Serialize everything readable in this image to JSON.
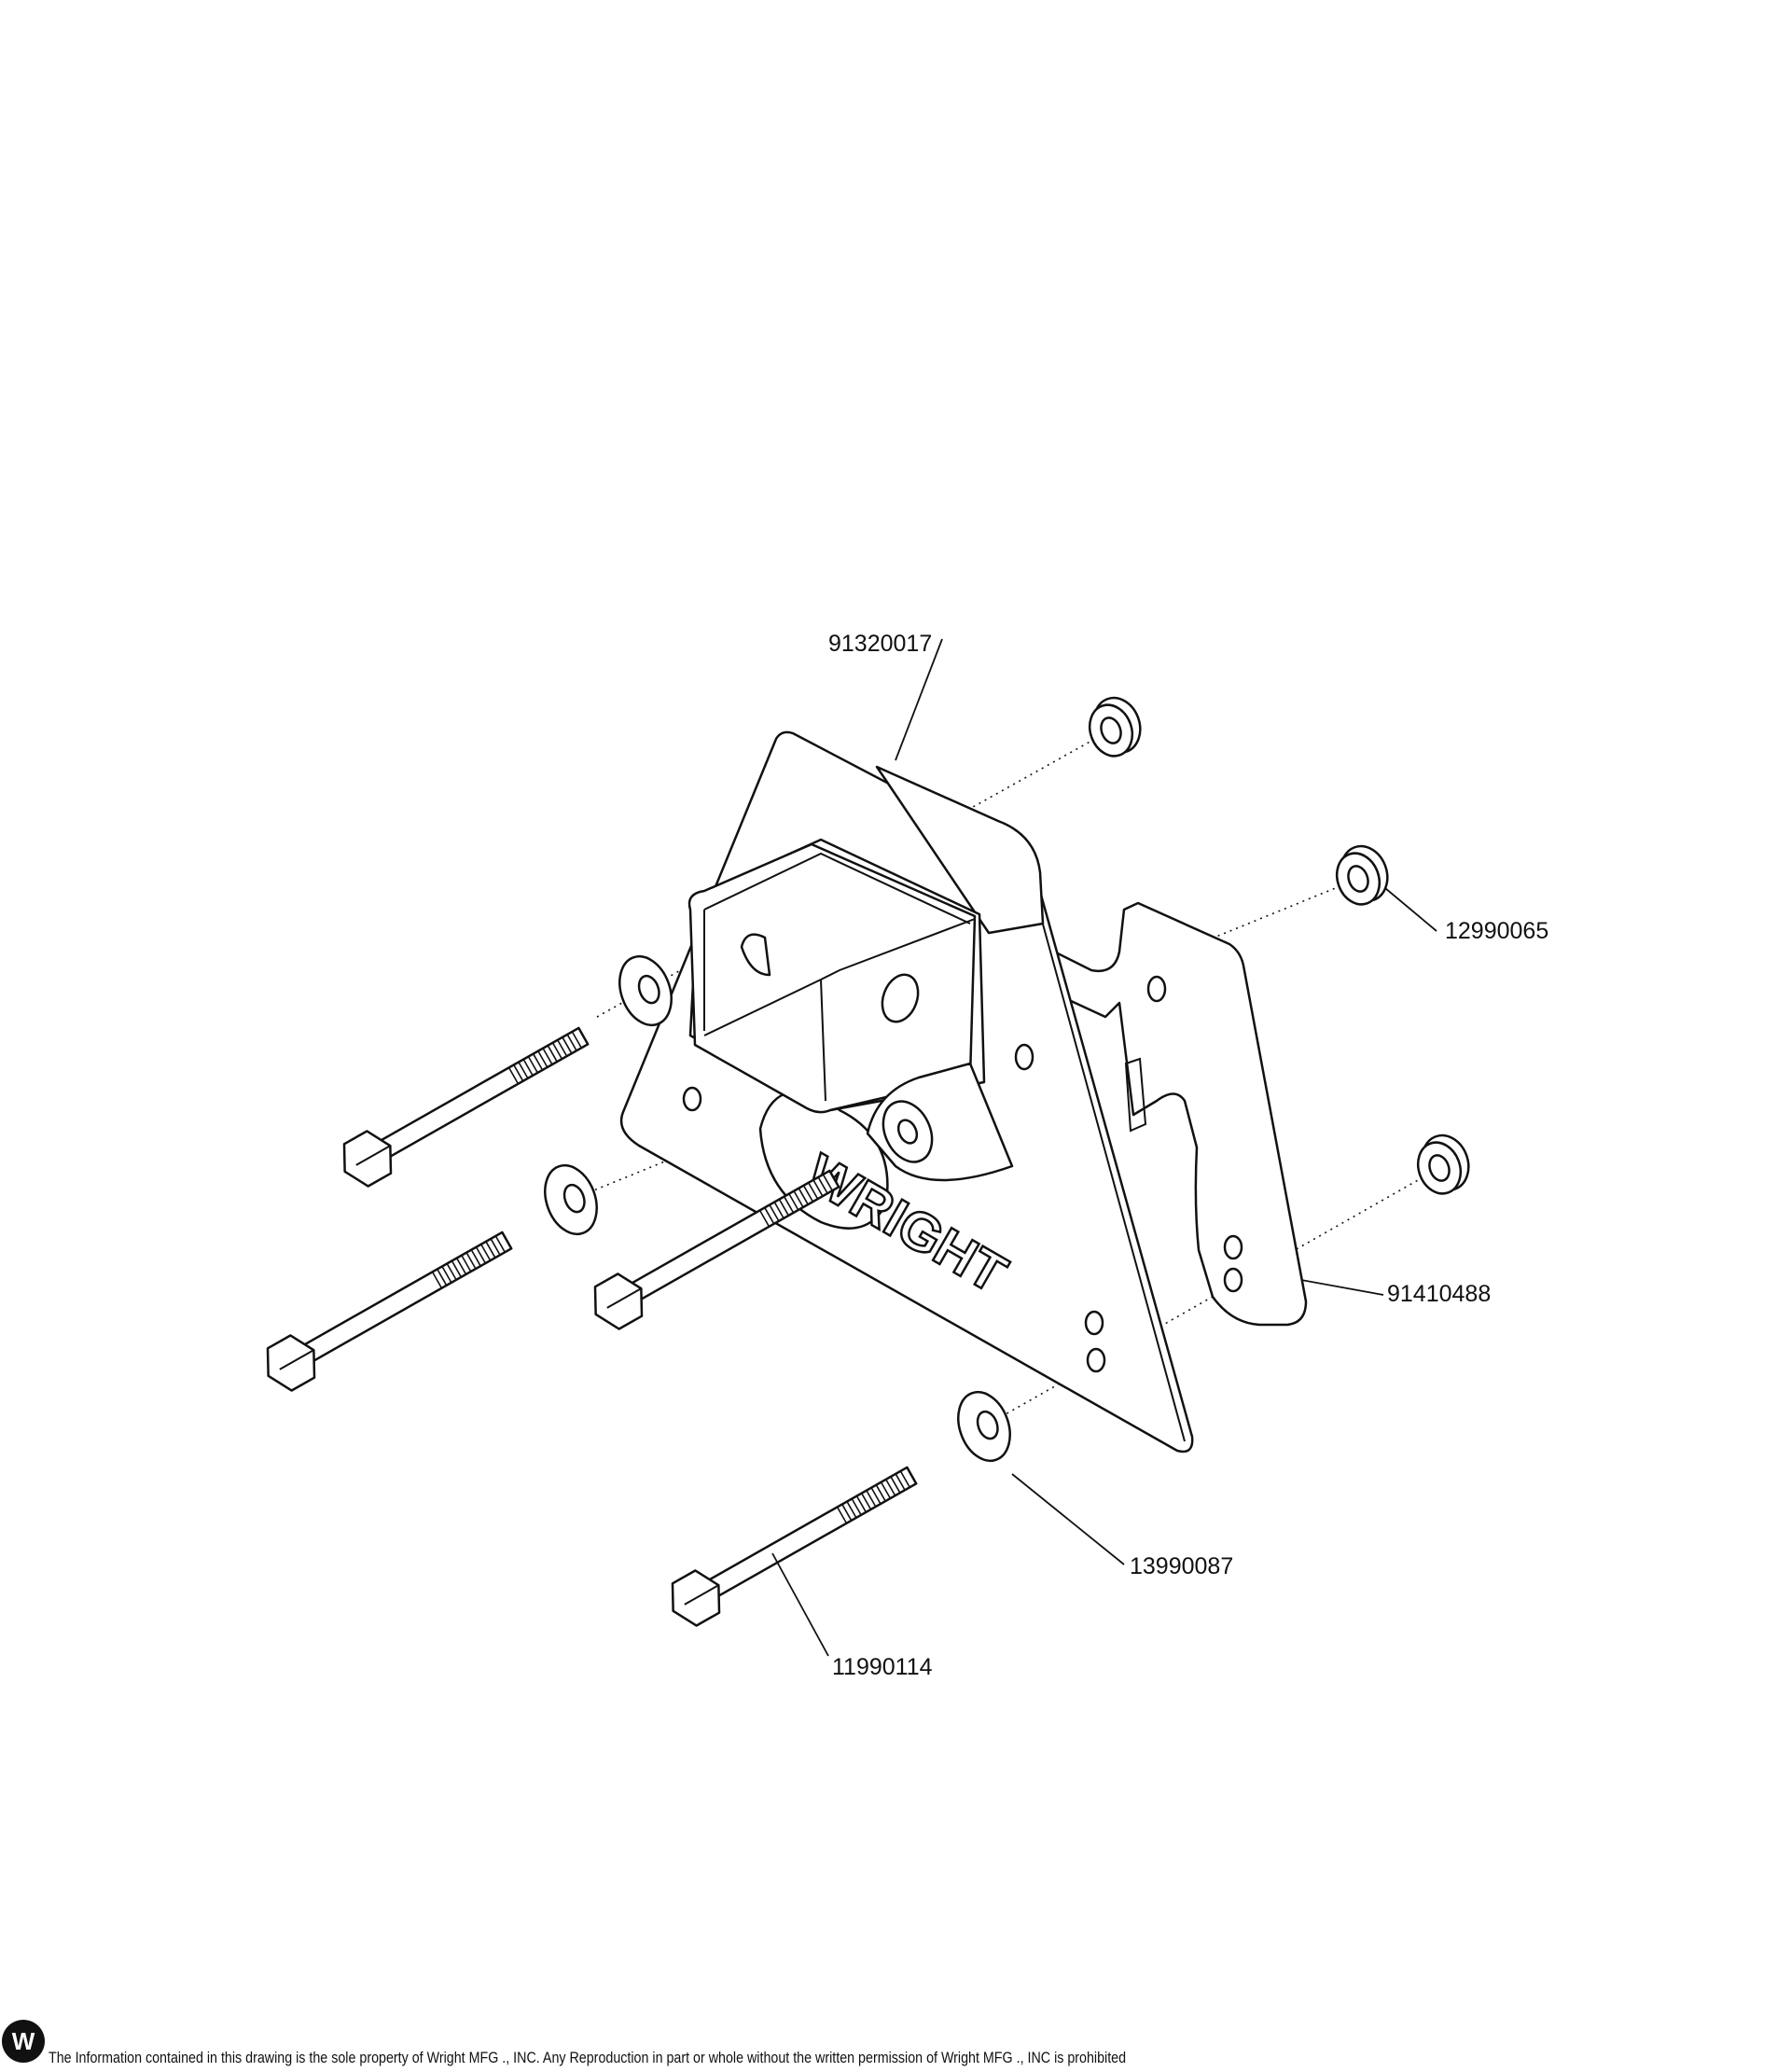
{
  "callouts": {
    "hitch_receiver": "91320017",
    "flange_nut": "12990065",
    "mount_bracket": "91410488",
    "washer": "13990087",
    "bolt": "11990114"
  },
  "plate_lettering": "WRIGHT",
  "footer": {
    "notice": "The Information contained in this drawing is the sole property of Wright MFG ., INC. Any Reproduction in part or whole without the written permission of Wright MFG ., INC is prohibited",
    "logo_text": "W"
  }
}
